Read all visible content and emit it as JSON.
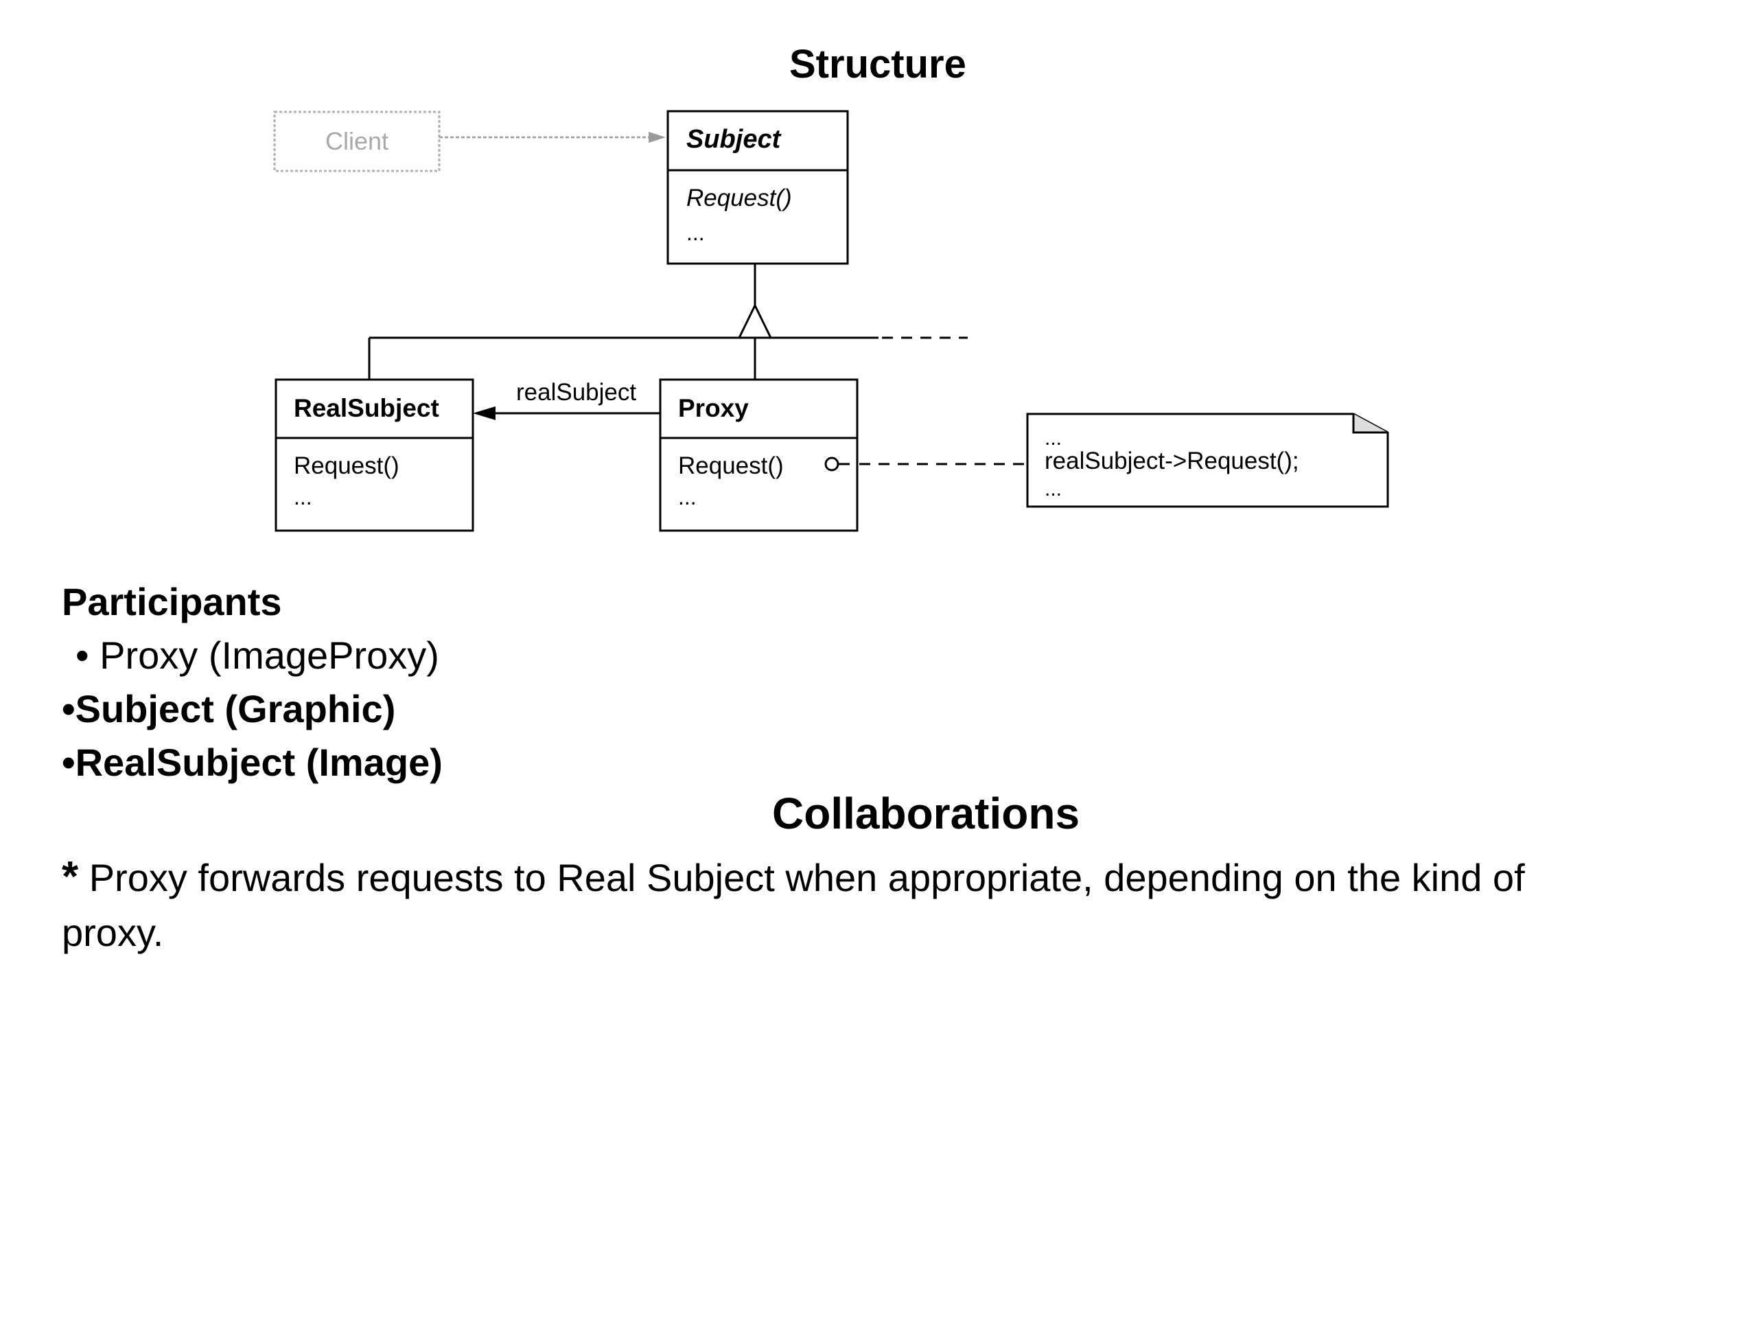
{
  "structure_title": "Structure",
  "diagram": {
    "client": "Client",
    "subject": {
      "name": "Subject",
      "method": "Request()",
      "more": "..."
    },
    "real_subject": {
      "name": "RealSubject",
      "method": "Request()",
      "more": "..."
    },
    "proxy": {
      "name": "Proxy",
      "method": "Request()",
      "more": "..."
    },
    "association_label": "realSubject",
    "note": {
      "line1": "...",
      "line2": "realSubject->Request();",
      "line3": "..."
    }
  },
  "participants": {
    "heading": "Participants",
    "items": [
      "• Proxy (ImageProxy)",
      "•Subject (Graphic)",
      "•RealSubject (Image)"
    ]
  },
  "collaborations": {
    "heading": "Collaborations",
    "star": "*",
    "text": " Proxy forwards requests to Real Subject when appropriate, depending on the kind of proxy."
  }
}
